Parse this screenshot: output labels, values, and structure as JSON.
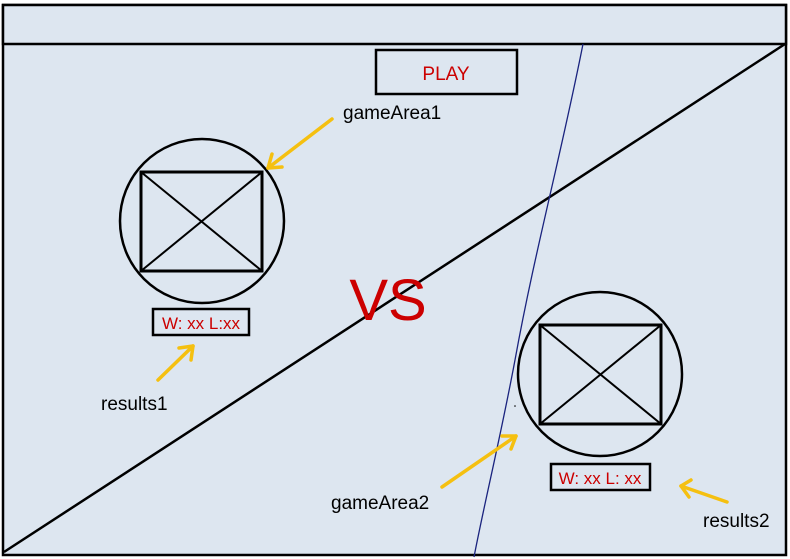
{
  "colors": {
    "canvas_bg": "#dde6f0",
    "outline": "#000000",
    "accent_text": "#cc0000",
    "arrow": "#f5c010",
    "divider_curve": "#1a237e"
  },
  "play_button": {
    "label": "PLAY"
  },
  "vs_label": "VS",
  "player1": {
    "results_text": "W: xx L:xx",
    "game_area_annotation": "gameArea1",
    "results_annotation": "results1",
    "avatar_icon": "image-placeholder-icon"
  },
  "player2": {
    "results_text": "W: xx L: xx",
    "game_area_annotation": "gameArea2",
    "results_annotation": "results2",
    "avatar_icon": "image-placeholder-icon"
  }
}
